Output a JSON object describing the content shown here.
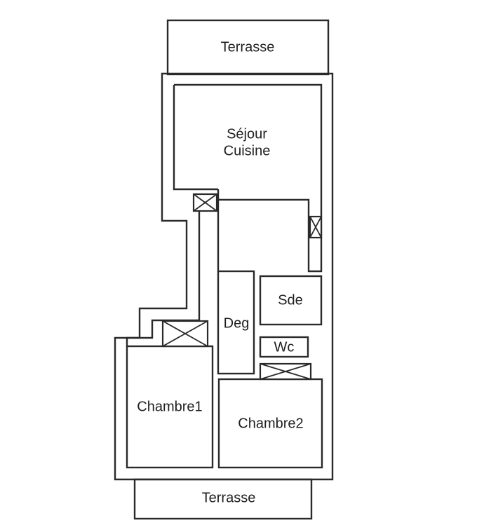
{
  "rooms": {
    "terrace_top": "Terrasse",
    "living_line1": "Séjour",
    "living_line2": "Cuisine",
    "hallway": "Deg",
    "shower_room": "Sde",
    "toilet": "Wc",
    "bedroom1": "Chambre1",
    "bedroom2": "Chambre2",
    "terrace_bottom": "Terrasse"
  },
  "colors": {
    "line": "#2a2a2a",
    "text": "#1e1e1e",
    "background": "#ffffff"
  }
}
